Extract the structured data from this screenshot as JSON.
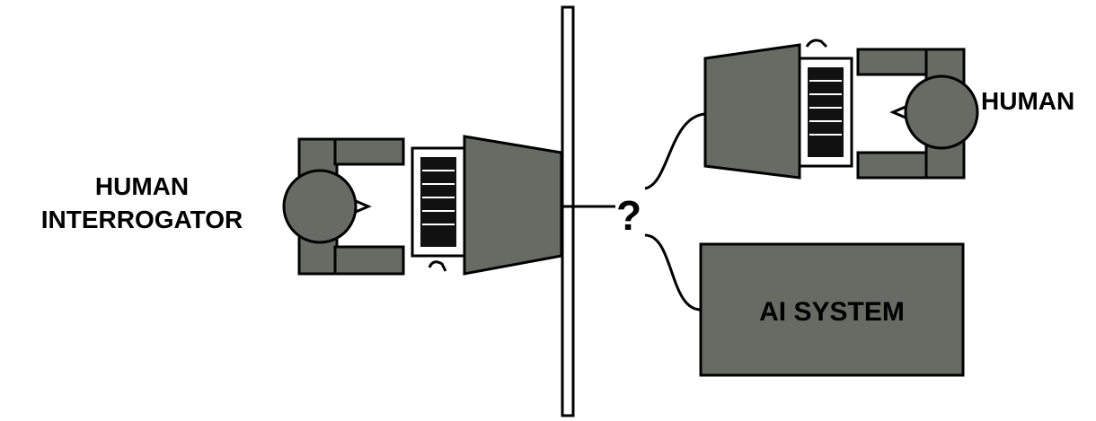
{
  "labels": {
    "interrogator_line1": "HUMAN",
    "interrogator_line2": "INTERROGATOR",
    "human": "HUMAN",
    "question": "?",
    "ai_system": "AI SYSTEM"
  },
  "colors": {
    "fill": "#676b63",
    "stroke": "#000000",
    "screen": "#ffffff",
    "background": "#ffffff"
  },
  "icons": [
    "person-icon",
    "computer-icon",
    "keyboard-icon",
    "ai-system-box-icon"
  ]
}
